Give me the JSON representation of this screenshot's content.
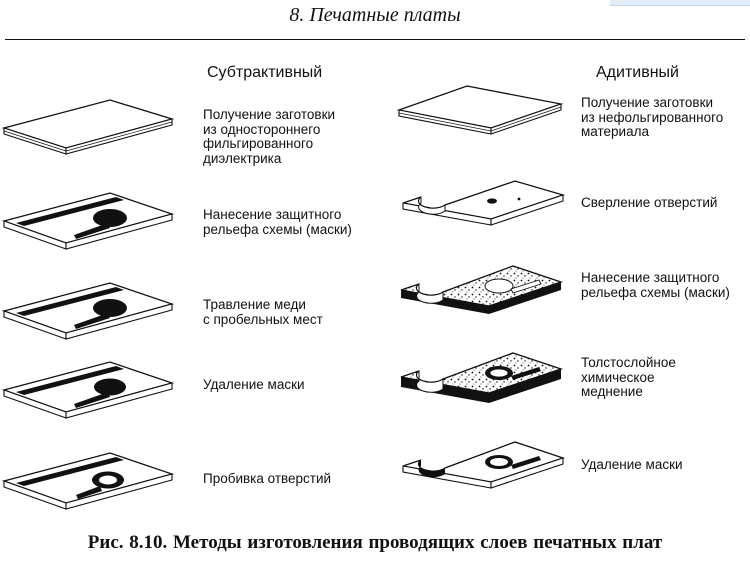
{
  "header": {
    "title": "8. Печатные платы"
  },
  "columns": {
    "subtractive": {
      "title": "Субтрактивный",
      "steps": [
        "Получение заготовки\nиз одностороннего\nфильгированного\nдиэлектрика",
        "Нанесение защитного\nрельефа схемы (маски)",
        "Травление меди\nс пробельных мест",
        "Удаление маски",
        "Пробивка отверстий"
      ]
    },
    "additive": {
      "title": "Адитивный",
      "steps": [
        "Получение заготовки\nиз нефольгированного\nматериала",
        "Сверление отверстий",
        "Нанесение защитного\nрельефа схемы (маски)",
        "Толстослойное\nхимическое\nмеднение",
        "Удаление маски"
      ]
    }
  },
  "caption": "Рис. 8.10. Методы  изготовления проводящих слоев печатных  плат",
  "colors": {
    "ink": "#111111",
    "paper": "#ffffff"
  }
}
